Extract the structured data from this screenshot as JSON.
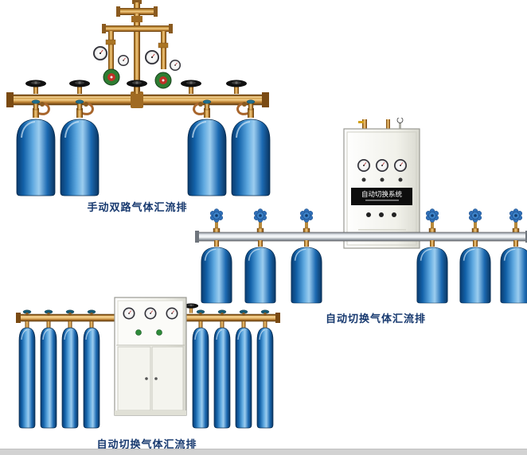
{
  "figures": {
    "manual_dual": {
      "caption": "手动双路气体汇流排"
    },
    "auto_switch": {
      "caption": "自动切换气体汇流排",
      "cabinet_label": "自动切换系统"
    },
    "auto_switch_cabinet": {
      "caption": "自动切换气体汇流排"
    }
  },
  "colors": {
    "caption_text": "#17396f",
    "cylinder_blue": "#1566b0",
    "brass_pipe": "#c9953f",
    "aluminum_pipe": "#c9cdd3",
    "cabinet_body": "#f1f1ea",
    "regulator_green": "#2e7d32",
    "regulator_red": "#c03227"
  }
}
